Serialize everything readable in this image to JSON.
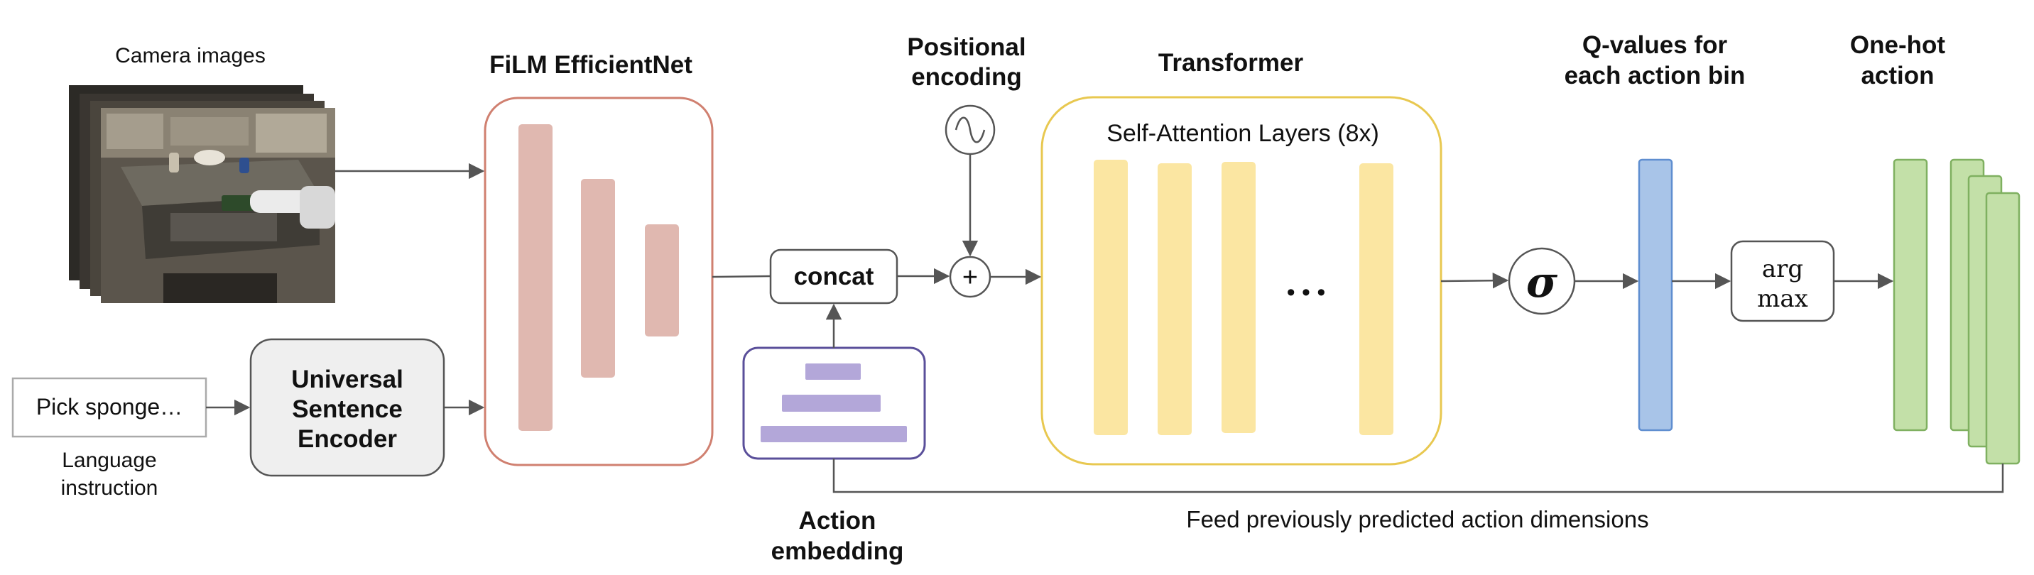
{
  "camera": {
    "label": "Camera images"
  },
  "language": {
    "input_text": "Pick sponge…",
    "caption_line1": "Language",
    "caption_line2": "instruction"
  },
  "encoder": {
    "line1": "Universal",
    "line2": "Sentence",
    "line3": "Encoder"
  },
  "film": {
    "title": "FiLM EfficientNet"
  },
  "concat": {
    "label": "concat"
  },
  "positional": {
    "line1": "Positional",
    "line2": "encoding",
    "sum_symbol": "+"
  },
  "action_embedding": {
    "line1": "Action",
    "line2": "embedding"
  },
  "transformer": {
    "title": "Transformer",
    "inner_label": "Self-Attention Layers (8x)",
    "ellipsis": "• • •"
  },
  "sigma": {
    "symbol": "σ"
  },
  "qvalues": {
    "line1": "Q-values for",
    "line2": "each action bin"
  },
  "argmax": {
    "line1": "arg",
    "line2": "max"
  },
  "onehot": {
    "line1": "One-hot",
    "line2": "action"
  },
  "feedback": {
    "label": "Feed previously predicted action dimensions"
  },
  "colors": {
    "film_border": "#d08070",
    "film_bars": "#e0b8b0",
    "transformer_border": "#e8c850",
    "transformer_bars": "#fbe6a2",
    "action_border": "#5a4f9a",
    "action_bars": "#b3a7d9",
    "qvalue_fill": "#a8c4e8",
    "qvalue_border": "#5f8ed0",
    "onehot_fill": "#c3e0a8",
    "onehot_border": "#7fb060",
    "encoder_fill": "#efefef",
    "arrow": "#555555"
  }
}
